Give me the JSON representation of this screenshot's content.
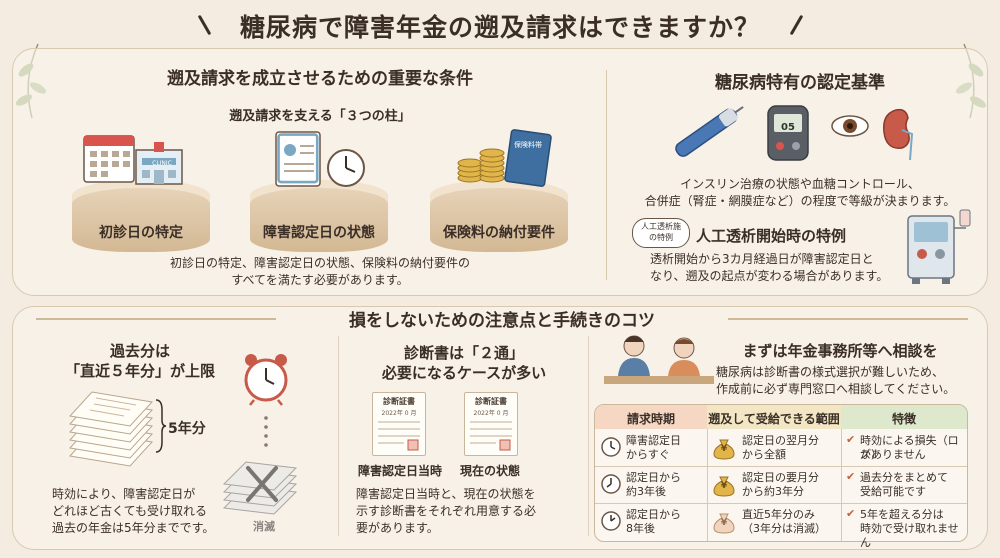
{
  "title": "糖尿病で障害年金の遡及請求はできますか？",
  "top_left": {
    "heading": "遡及請求を成立させるための重要な条件",
    "subheading": "遡及請求を支える「３つの柱」",
    "pillars": [
      {
        "label": "初診日の特定",
        "icon": "calendar-clinic-icon",
        "clinic_sign": "CLINIC"
      },
      {
        "label": "障害認定日の状態",
        "icon": "certificate-clock-icon"
      },
      {
        "label": "保険料の納付要件",
        "icon": "coins-book-icon",
        "book_label": "保険料帯"
      }
    ],
    "note_line1": "初診日の特定、障害認定日の状態、保険料の納付要件の",
    "note_line2": "すべてを満たす必要があります。"
  },
  "top_right": {
    "heading": "糖尿病特有の認定基準",
    "meter_display": "05",
    "criteria_line1": "インスリン治療の状態や血糖コントロール、",
    "criteria_line2": "合併症（腎症・網膜症など）の程度で等級が決まります。",
    "badge_line1": "人工透析施",
    "badge_line2": "の特例",
    "dialysis_heading": "人工透析開始時の特例",
    "dialysis_line1": "透析開始から3カ月経過日が障害認定日と",
    "dialysis_line2": "なり、遡及の起点が変わる場合があります。"
  },
  "bottom": {
    "heading": "損をしないための注意点と手続きのコツ",
    "past": {
      "heading_line1": "過去分は",
      "heading_line2": "「直近５年分」が上限",
      "years_label": "5年分",
      "lost_label": "消滅",
      "note_line1": "時効により、障害認定日が",
      "note_line2": "どれほど古くても受け取れる",
      "note_line3": "過去の年金は5年分までです。"
    },
    "diagnosis": {
      "heading_line1": "診断書は「２通」",
      "heading_line2": "必要になるケースが多い",
      "doc_title": "診断証書",
      "doc_date": "2022年 0 月",
      "doc_labels": [
        "障害認定日当時",
        "現在の状態"
      ],
      "note_line1": "障害認定日当時と、現在の状態を",
      "note_line2": "示す診断書をそれぞれ用意する必",
      "note_line3": "要があります。"
    },
    "consult": {
      "heading": "まずは年金事務所等へ相談を",
      "note_line1": "糖尿病は診断書の様式選択が難しいため、",
      "note_line2": "作成前に必ず専門窓口へ相談してください。"
    },
    "table": {
      "headers": [
        "請求時期",
        "遡及して受給できる範囲",
        "特徴"
      ],
      "rows": [
        {
          "timing_1": "障害認定日",
          "timing_2": "からすぐ",
          "range_1": "認定日の翌月分",
          "range_2": "から全額",
          "feature_1": "時効による損失（ロス）",
          "feature_2": "がありません"
        },
        {
          "timing_1": "認定日から",
          "timing_2": "約3年後",
          "range_1": "認定日の要月分",
          "range_2": "から約3年分",
          "feature_1": "過去分をまとめて",
          "feature_2": "受給可能です"
        },
        {
          "timing_1": "認定日から",
          "timing_2": "8年後",
          "range_1": "直近5年分のみ",
          "range_2": "（3年分は消滅）",
          "feature_1": "5年を超える分は",
          "feature_2": "時効で受け取れません"
        }
      ],
      "coin_mark": "¥"
    }
  },
  "colors": {
    "bg": "#f4ece0",
    "panel_border": "#d9c8b0",
    "th_time": "#f6d7c4",
    "th_range": "#f3e6c4",
    "th_feature": "#dde8cc",
    "accent": "#c0623e"
  }
}
